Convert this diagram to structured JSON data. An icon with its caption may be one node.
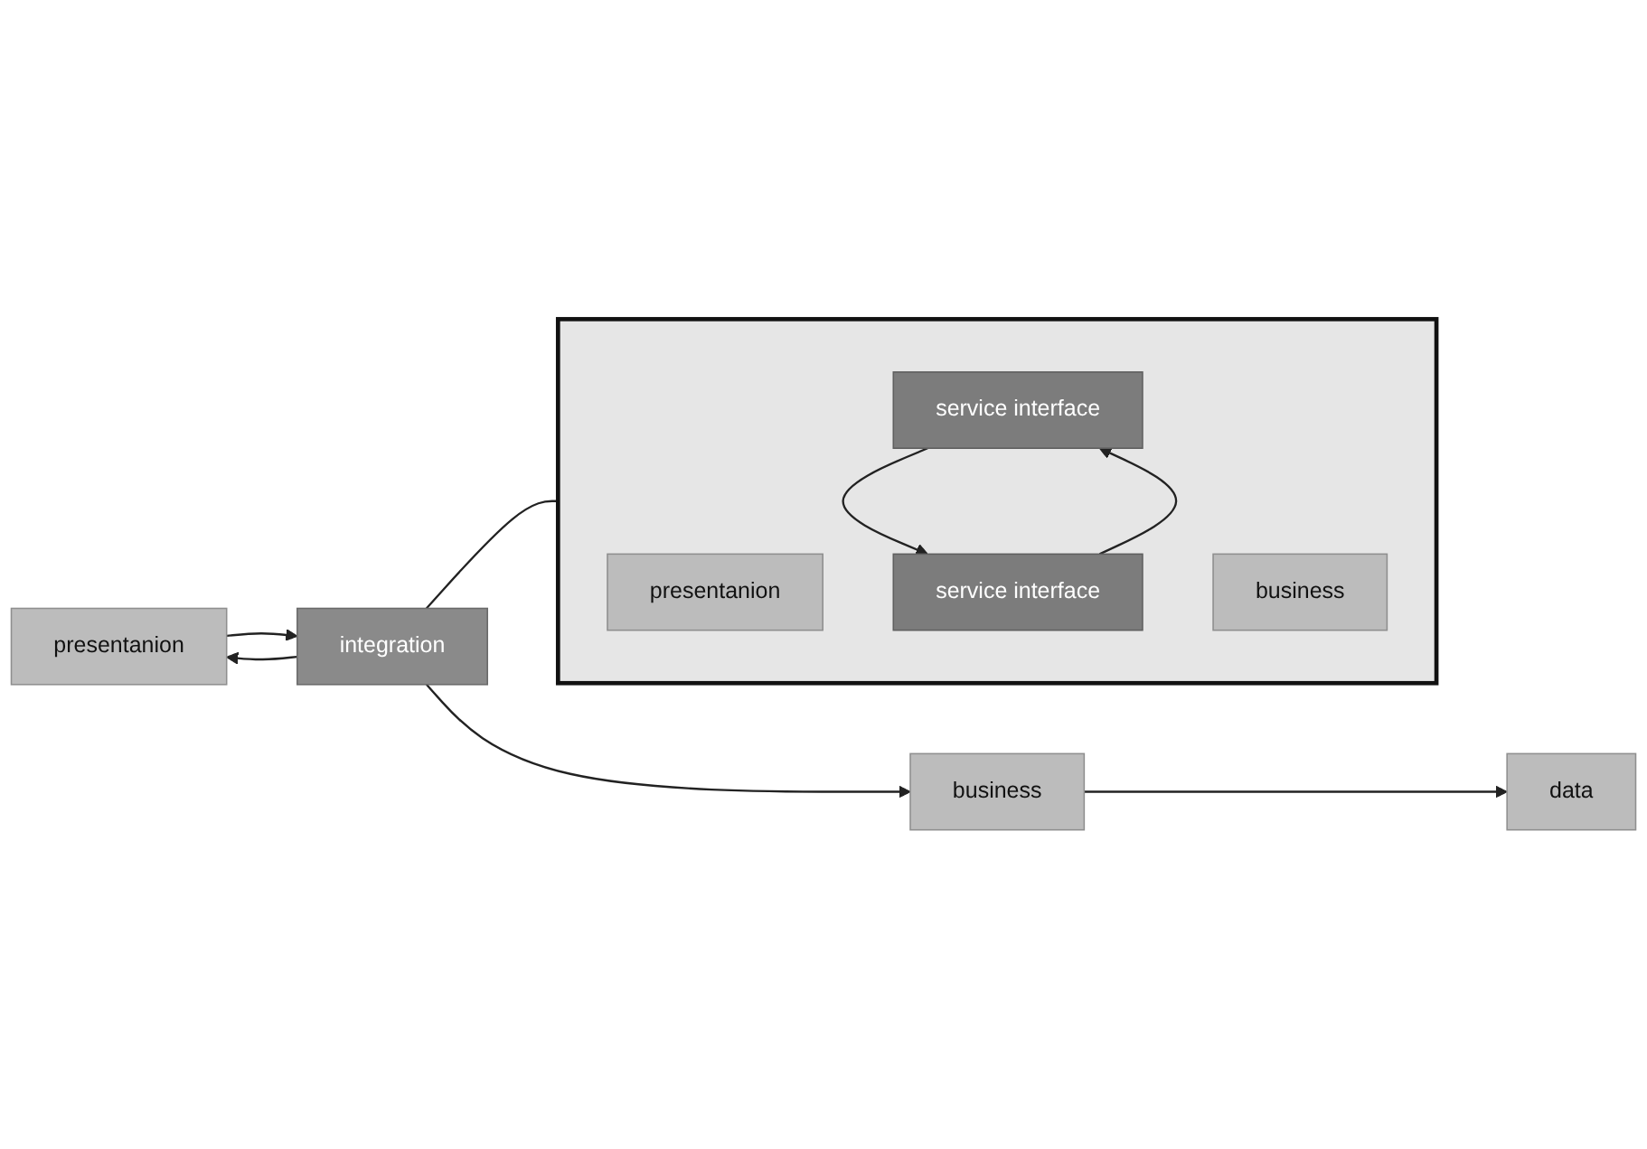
{
  "diagram": {
    "nodes": [
      {
        "text": [
          "presentanion"
        ]
      },
      {
        "text": [
          "integration"
        ]
      },
      {
        "text": [
          "business"
        ]
      },
      {
        "text": [
          "data"
        ]
      },
      {
        "text": [],
        "shape": "box"
      },
      {
        "text": [
          "presentanion"
        ],
        "in": 4
      },
      {
        "text": [
          "service interface"
        ],
        "in": 4
      },
      {
        "text": [
          "service interface"
        ],
        "in": 4
      },
      {
        "text": [
          "business"
        ],
        "in": 4
      }
    ],
    "edges": [
      {
        "from": 0,
        "to": 1,
        "arrow": "to"
      },
      {
        "from": 1,
        "to": 2,
        "arrow": "to"
      },
      {
        "from": 2,
        "to": 3,
        "arrow": "to"
      },
      {
        "from": 1,
        "to": 0,
        "arrow": "to"
      },
      {
        "from": 1,
        "to": 4,
        "arrow": "none"
      },
      {
        "from": 6,
        "to": 7,
        "arrow": "to"
      },
      {
        "from": 7,
        "to": 6,
        "arrow": "to"
      }
    ]
  }
}
